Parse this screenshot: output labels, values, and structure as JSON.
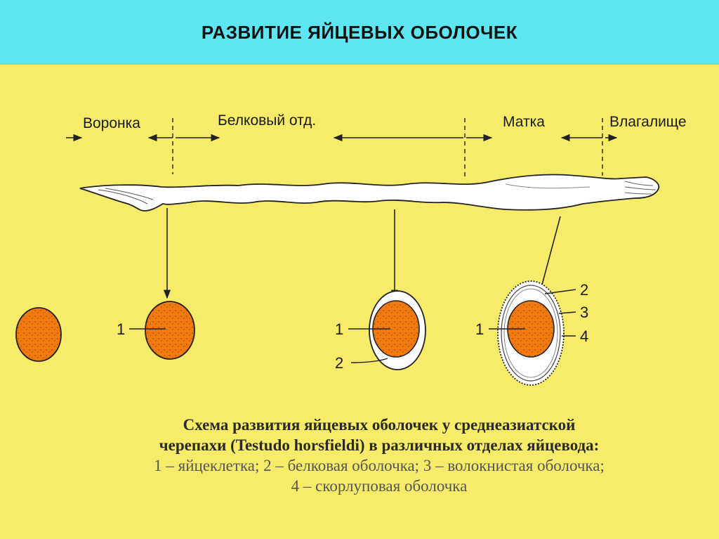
{
  "title": "РАЗВИТИЕ ЯЙЦЕВЫХ ОБОЛОЧЕК",
  "sections": {
    "funnel": "Воронка",
    "protein": "Белковый отд.",
    "uterus": "Матка",
    "vagina": "Влагалище"
  },
  "markers": {
    "m1": "1",
    "m2": "2",
    "m3": "3",
    "m4": "4"
  },
  "caption": {
    "line1": "Схема развития яйцевых оболочек у среднеазиатской",
    "line2": "черепахи (Testudo horsfieldi) в различных отделах яйцевода:",
    "line3": "1 – яйцеклетка; 2 – белковая оболочка; 3 – волокнистая оболочка;",
    "line4": "4 – скорлуповая оболочка"
  },
  "colors": {
    "header_bg": "#5de6f0",
    "slide_bg": "#f7eb6a",
    "yolk": "#f07a10",
    "albumen": "#ffffff"
  }
}
